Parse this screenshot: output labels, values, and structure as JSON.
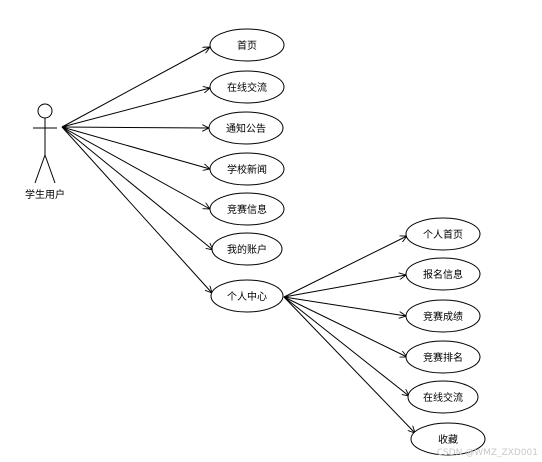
{
  "actor": {
    "label": "学生用户"
  },
  "primary_use_cases": [
    "首页",
    "在线交流",
    "通知公告",
    "学校新闻",
    "竞赛信息",
    "我的账户",
    "个人中心"
  ],
  "sub_use_cases": {
    "parent": "个人中心",
    "items": [
      "个人首页",
      "报名信息",
      "竞赛成绩",
      "竞赛排名",
      "在线交流",
      "收藏"
    ]
  },
  "watermark": "CSDN @WMZ_ZXD001"
}
